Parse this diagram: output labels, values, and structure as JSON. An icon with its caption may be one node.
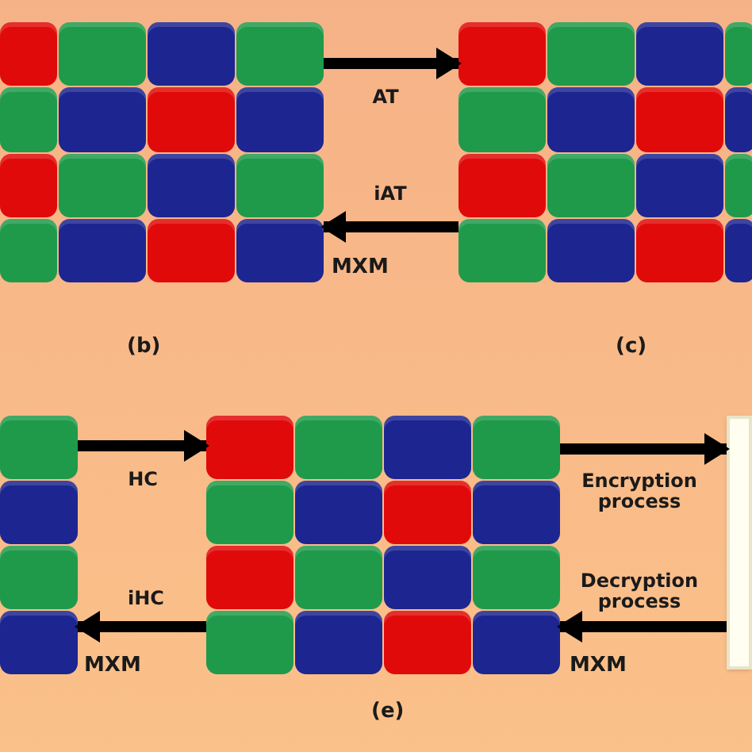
{
  "diagram": {
    "nodes": [
      {
        "text": [],
        "shape": "box"
      },
      {
        "text": [],
        "shape": "box"
      },
      {
        "text": [],
        "shape": "box"
      },
      {
        "text": [],
        "shape": "box"
      },
      {
        "text": [],
        "shape": "box"
      }
    ],
    "edges": [
      {
        "from": 0,
        "to": 1,
        "arrow": "to",
        "label": "AT"
      },
      {
        "from": 1,
        "to": 0,
        "arrow": "to",
        "label": "iAT"
      },
      {
        "from": 2,
        "to": 3,
        "arrow": "to",
        "label": "HC"
      },
      {
        "from": 3,
        "to": 2,
        "arrow": "to",
        "label": "iHC"
      },
      {
        "from": 3,
        "to": 4,
        "arrow": "to",
        "label": "Encryption process"
      },
      {
        "from": 4,
        "to": 3,
        "arrow": "to",
        "label": "Decryption process"
      }
    ],
    "labels": [
      "MXM",
      "(b)",
      "(c)",
      "MXM",
      "MXM",
      "(e)"
    ]
  }
}
